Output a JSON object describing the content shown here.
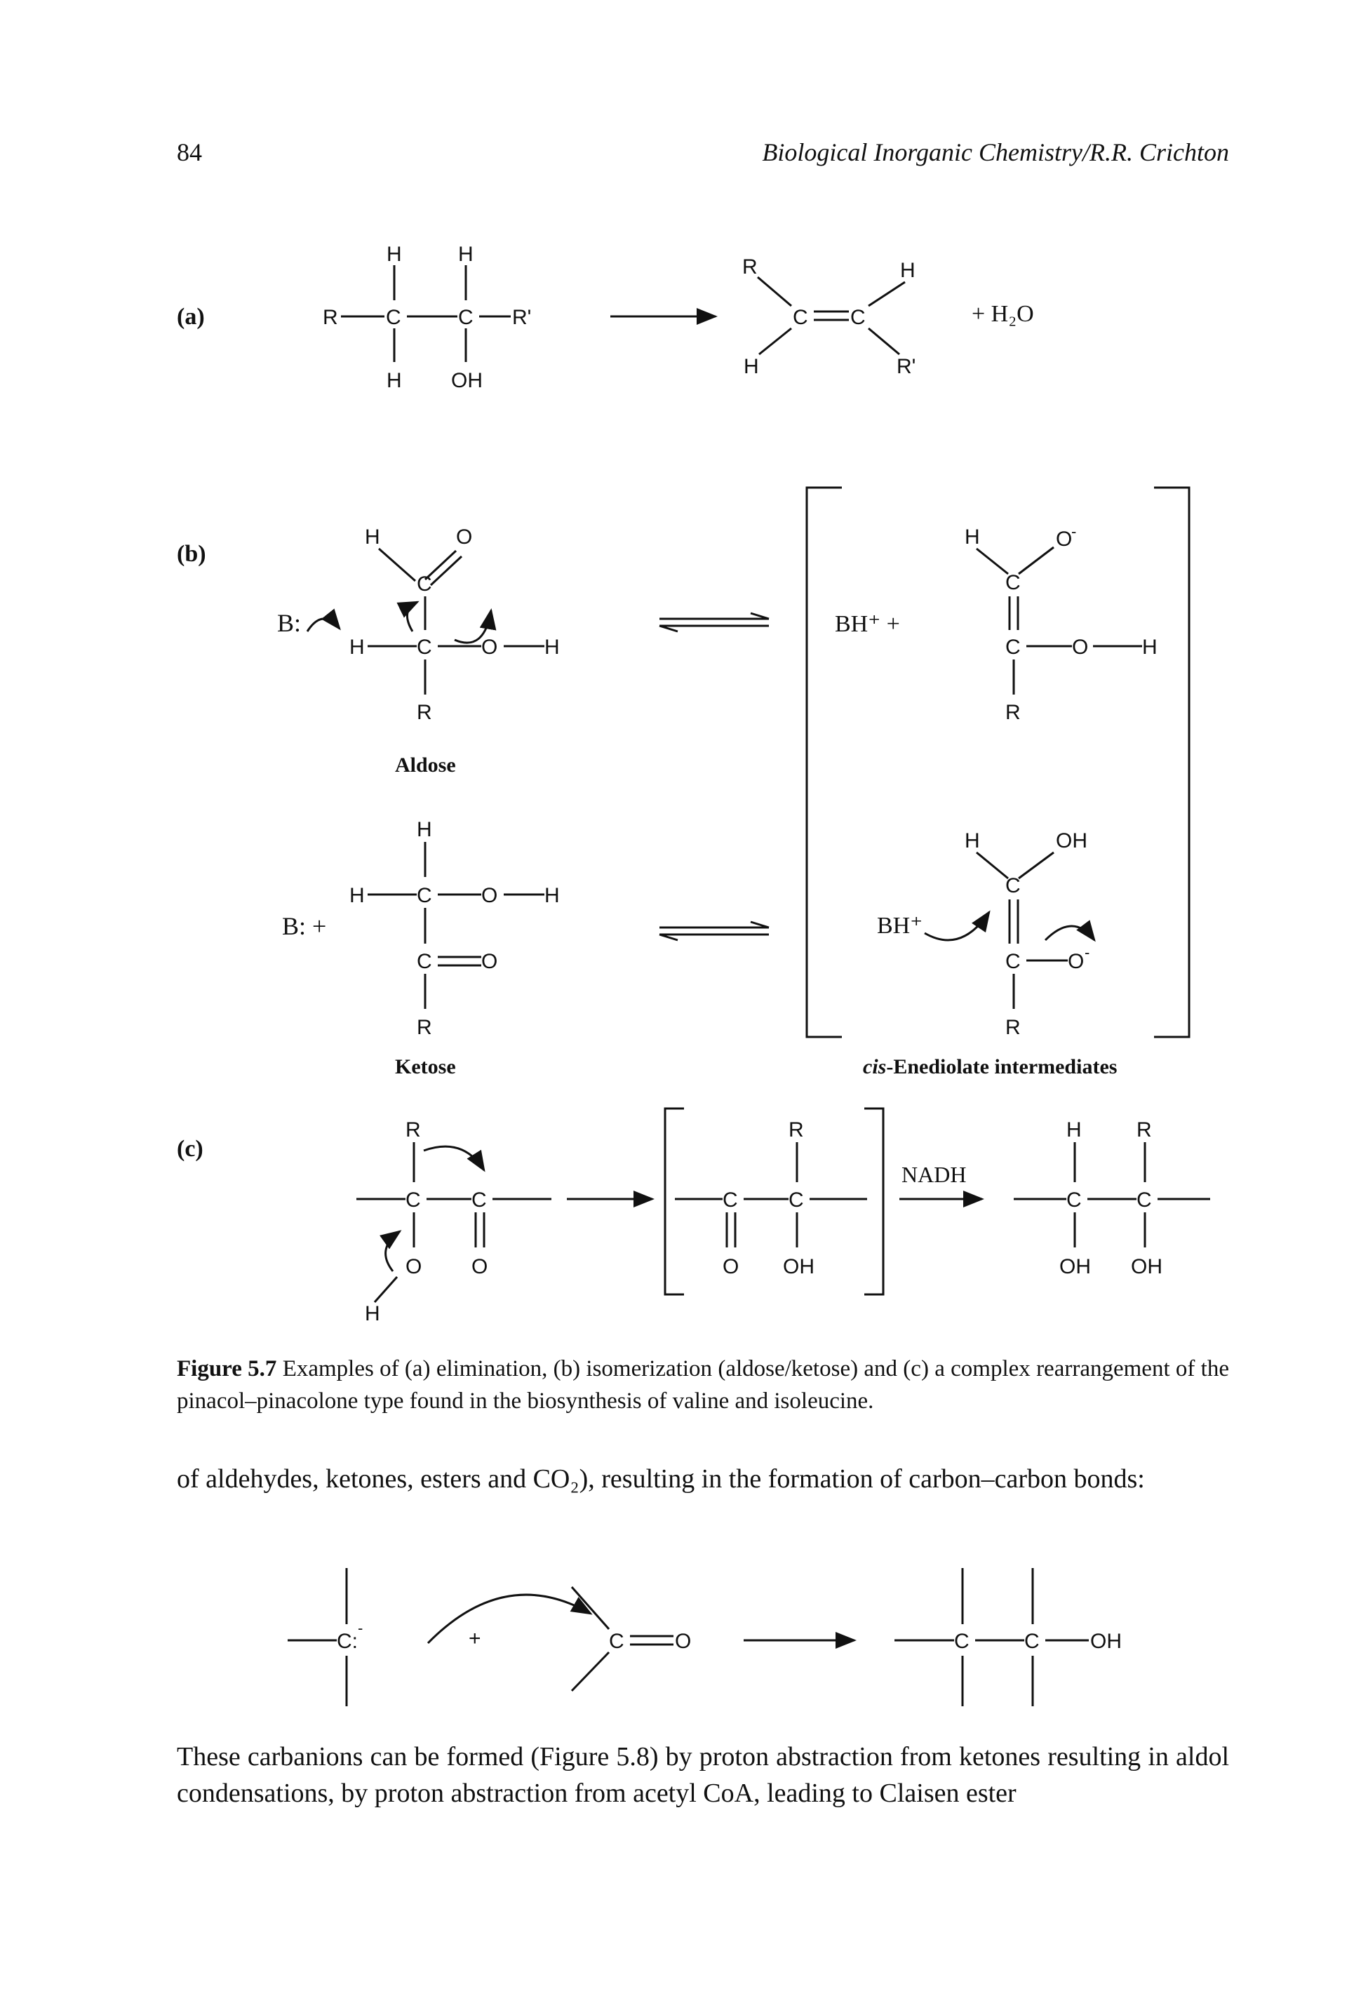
{
  "header": {
    "page_number": "84",
    "running_title": "Biological Inorganic Chemistry/R.R. Crichton"
  },
  "figure": {
    "panel_a": {
      "label": "(a)",
      "product_extra": "+ H₂O"
    },
    "panel_b": {
      "label": "(b)",
      "aldose_name": "Aldose",
      "ketose_name": "Ketose",
      "base_1": "B:",
      "base_2": "B: +",
      "bh_plus_1": "BH⁺ +",
      "bh_plus_2": "BH⁺",
      "intermediates_italic": "cis",
      "intermediates_rest": "-Enediolate intermediates"
    },
    "panel_c": {
      "label": "(c)",
      "reagent": "NADH"
    }
  },
  "caption": {
    "label": "Figure 5.7",
    "text": " Examples of (a) elimination, (b) isomerization (aldose/ketose) and (c) a complex rearrangement of the pinacol–pinacolone type found in the biosynthesis of valine and isoleucine."
  },
  "body": {
    "paragraph_1": "of aldehydes, ketones, esters and CO₂), resulting in the formation of carbon–carbon bonds:",
    "paragraph_2": "These carbanions can be formed (Figure 5.8) by proton abstraction from ketones resulting in aldol condensations, by proton abstraction from acetyl CoA, leading to Claisen ester"
  }
}
